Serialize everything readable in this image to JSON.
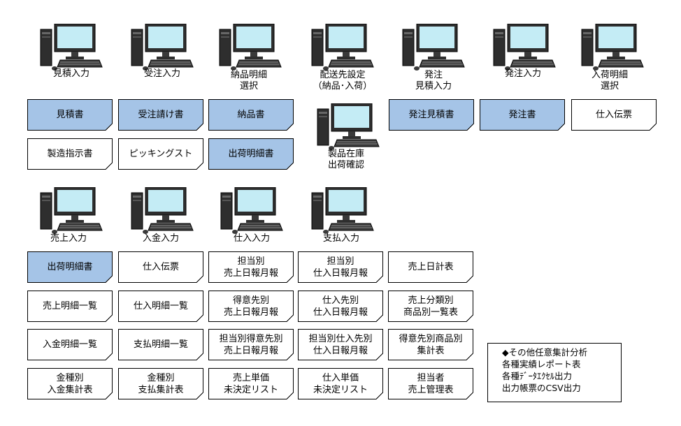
{
  "computers": [
    {
      "id": "pc-mitsumori",
      "label": "見積入力"
    },
    {
      "id": "pc-juchu",
      "label": "受注入力"
    },
    {
      "id": "pc-nohin",
      "label": "納品明細\n選択"
    },
    {
      "id": "pc-haiso",
      "label": "配送先設定\n（納品･入荷）"
    },
    {
      "id": "pc-hacchu-mitsumori",
      "label": "発注\n見積入力"
    },
    {
      "id": "pc-hacchu",
      "label": "発注入力"
    },
    {
      "id": "pc-nyuka",
      "label": "入荷明細\n選択"
    },
    {
      "id": "pc-zaiko",
      "label": "製品在庫\n出荷確認"
    },
    {
      "id": "pc-uriage",
      "label": "売上入力"
    },
    {
      "id": "pc-nyukin",
      "label": "入金入力"
    },
    {
      "id": "pc-shiire",
      "label": "仕入入力"
    },
    {
      "id": "pc-shiharai",
      "label": "支払入力"
    }
  ],
  "documents": [
    {
      "label": "見積書",
      "highlighted": true
    },
    {
      "label": "受注請け書",
      "highlighted": true
    },
    {
      "label": "納品書",
      "highlighted": true
    },
    {
      "label": "発注見積書",
      "highlighted": true
    },
    {
      "label": "発注書",
      "highlighted": true
    },
    {
      "label": "仕入伝票",
      "highlighted": false
    },
    {
      "label": "製造指示書",
      "highlighted": false
    },
    {
      "label": "ピッキングスト",
      "highlighted": false
    },
    {
      "label": "出荷明細書",
      "highlighted": true
    },
    {
      "label": "出荷明細書",
      "highlighted": true
    },
    {
      "label": "仕入伝票",
      "highlighted": false
    },
    {
      "label": "担当別\n売上日報月報",
      "highlighted": false
    },
    {
      "label": "担当別\n仕入日報月報",
      "highlighted": false
    },
    {
      "label": "売上日計表",
      "highlighted": false
    },
    {
      "label": "売上明細一覧",
      "highlighted": false
    },
    {
      "label": "仕入明細一覧",
      "highlighted": false
    },
    {
      "label": "得意先別\n売上日報月報",
      "highlighted": false
    },
    {
      "label": "仕入先別\n仕入日報月報",
      "highlighted": false
    },
    {
      "label": "売上分類別\n商品別一覧表",
      "highlighted": false
    },
    {
      "label": "入金明細一覧",
      "highlighted": false
    },
    {
      "label": "支払明細一覧",
      "highlighted": false
    },
    {
      "label": "担当別得意先別\n売上日報月報",
      "highlighted": false
    },
    {
      "label": "担当別仕入先別\n仕入日報月報",
      "highlighted": false
    },
    {
      "label": "得意先別商品別\n集計表",
      "highlighted": false
    },
    {
      "label": "金種別\n入金集計表",
      "highlighted": false
    },
    {
      "label": "金種別\n支払集計表",
      "highlighted": false
    },
    {
      "label": "売上単価\n未決定リスト",
      "highlighted": false
    },
    {
      "label": "仕入単価\n未決定リスト",
      "highlighted": false
    },
    {
      "label": "担当者\n売上管理表",
      "highlighted": false
    }
  ],
  "note": {
    "lines": [
      "◆その他任意集計分析",
      "各種実績レポート表",
      "各種ﾃﾞｰﾀｴｸｾﾙ出力",
      "出力帳票のCSV出力"
    ]
  },
  "colors": {
    "highlight": "#a5c4e7",
    "screen": "#bfe8f2",
    "case": "#2b2b2b"
  }
}
